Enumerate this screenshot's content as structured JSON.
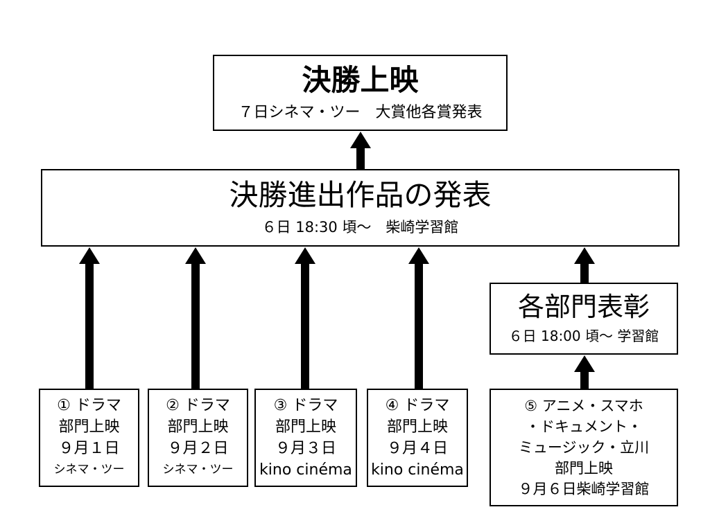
{
  "final": {
    "title": "決勝上映",
    "subtitle": "７日シネマ・ツー　大賞他各賞発表"
  },
  "announcement": {
    "title": "決勝進出作品の発表",
    "subtitle": "６日 18:30 頃〜　柴崎学習館"
  },
  "awards": {
    "title": "各部門表彰",
    "subtitle": "６日 18:00 頃〜 学習館"
  },
  "screenings": [
    {
      "lines": [
        "① ドラマ",
        "部門上映",
        "９月１日",
        "シネマ・ツー"
      ]
    },
    {
      "lines": [
        "② ドラマ",
        "部門上映",
        "９月２日",
        "シネマ・ツー"
      ]
    },
    {
      "lines": [
        "③ ドラマ",
        "部門上映",
        "９月３日",
        "kino cinéma"
      ]
    },
    {
      "lines": [
        "④ ドラマ",
        "部門上映",
        "９月４日",
        "kino cinéma"
      ]
    },
    {
      "lines": [
        "⑤ アニメ・スマホ",
        "・ドキュメント・",
        "ミュージック・立川",
        "部門上映",
        "９月６日柴崎学習館"
      ]
    }
  ],
  "colors": {
    "line": "#000000",
    "background": "#ffffff"
  }
}
